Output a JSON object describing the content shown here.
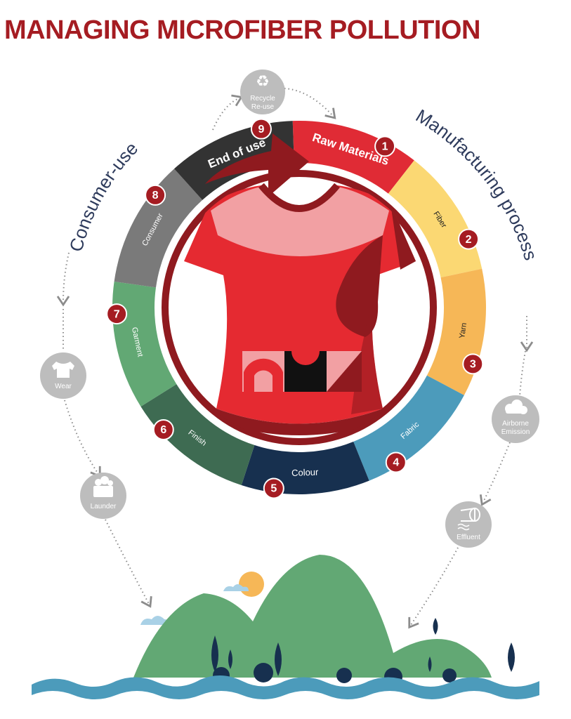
{
  "title": "MANAGING MICROFIBER POLLUTION",
  "side_labels": {
    "left": "Consumer-use",
    "right": "Manufacturing process"
  },
  "stages": [
    {
      "number": "1",
      "label": "Raw Materials",
      "color": "#e02b35"
    },
    {
      "number": "2",
      "label": "Fiber",
      "color": "#fbd873"
    },
    {
      "number": "3",
      "label": "Yarn",
      "color": "#f6b757"
    },
    {
      "number": "4",
      "label": "Fabric",
      "color": "#4c9bbb"
    },
    {
      "number": "5",
      "label": "Colour",
      "color": "#17304f"
    },
    {
      "number": "6",
      "label": "Finish",
      "color": "#3e6b52"
    },
    {
      "number": "7",
      "label": "Garment",
      "color": "#62a874"
    },
    {
      "number": "8",
      "label": "Consumer",
      "color": "#7a7a7a"
    },
    {
      "number": "9",
      "label": "End of use",
      "color": "#333333"
    }
  ],
  "flow_icons": {
    "recycle": {
      "line1": "Recycle",
      "line2": "Re-use",
      "icon": "recycle-icon"
    },
    "wear": {
      "line1": "Wear",
      "icon": "shirt-icon"
    },
    "launder": {
      "line1": "Launder",
      "icon": "laundry-basket-icon"
    },
    "airborne": {
      "line1": "Airborne",
      "line2": "Emission",
      "icon": "cloud-leaf-icon"
    },
    "effluent": {
      "line1": "Effluent",
      "icon": "pipe-water-icon"
    }
  },
  "colors": {
    "title": "#a51c22",
    "badge": "#a51c22",
    "garment_red": "#e52a31",
    "garment_dark": "#8f1a1f",
    "garment_pink": "#f2a0a3",
    "hills": "#62a874",
    "water": "#4c9bbb",
    "sun": "#f6b757",
    "icon_circle": "#bdbdbd"
  }
}
